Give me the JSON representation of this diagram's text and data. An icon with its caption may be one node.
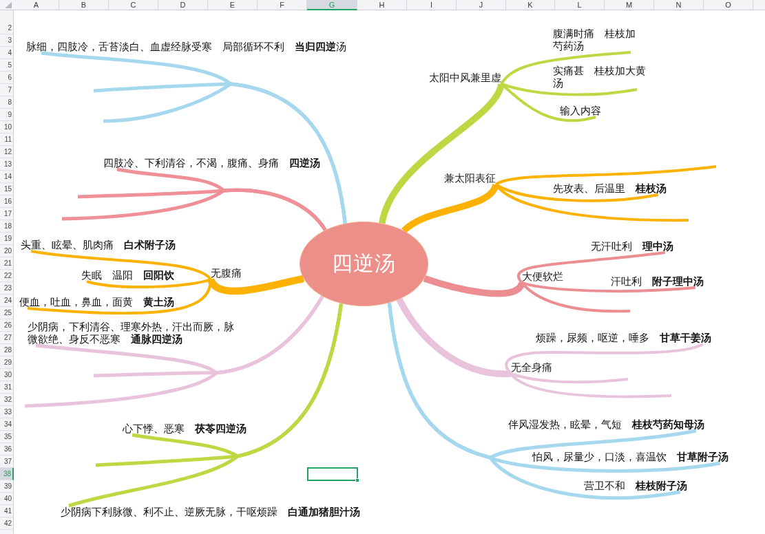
{
  "diagram": {
    "nodes": [
      {
        "text": [
          "四逆汤"
        ]
      },
      {
        "text": [
          "脉细，四肢冷，舌苔淡白、血虚经脉受寒 局部循环不利 **当归四逆**汤"
        ]
      },
      {
        "text": [
          "四肢冷、下利清谷，不渴，腹痛、身痛 **四逆汤**"
        ]
      },
      {
        "text": [
          "无腹痛"
        ]
      },
      {
        "text": [
          "头重、眩晕、肌肉痛 **白术附子汤**"
        ]
      },
      {
        "text": [
          "失眠 温阳 **回阳饮**"
        ]
      },
      {
        "text": [
          "便血，吐血，鼻血，面黄 **黄土汤**"
        ]
      },
      {
        "text": [
          "少阴病，下利清谷、理寒外热，汗出而厥，脉微欲绝、身反不恶寒 **通脉四逆汤**"
        ]
      },
      {
        "text": [
          "心下悸、恶寒 **茯苓四逆汤**"
        ]
      },
      {
        "text": [
          "少阴病下利脉微、利不止、逆厥无脉，干呕烦躁 **白通加猪胆汁汤**"
        ]
      },
      {
        "text": [
          "太阳中风兼里虚"
        ]
      },
      {
        "text": [
          "腹满时痛 桂枝加芍药汤"
        ]
      },
      {
        "text": [
          "实痛甚 桂枝加大黄汤"
        ]
      },
      {
        "text": [
          "输入内容"
        ]
      },
      {
        "text": [
          "兼太阳表征"
        ]
      },
      {
        "text": [
          "先攻表、后温里 **桂枝汤**"
        ]
      },
      {
        "text": [
          "大便软烂"
        ]
      },
      {
        "text": [
          "无汗吐利 **理中汤**"
        ]
      },
      {
        "text": [
          "汗吐利 **附子理中汤**"
        ]
      },
      {
        "text": [
          "无全身痛"
        ]
      },
      {
        "text": [
          "烦躁，尿频，呕逆，唾多 **甘草干姜汤**"
        ]
      },
      {
        "text": [
          "伴风湿发热，眩晕，气短 **桂枝芍药知母汤**"
        ]
      },
      {
        "text": [
          "怕风，尿量少，口淡，喜温饮 **甘草附子汤**"
        ]
      },
      {
        "text": [
          "营卫不和 **桂枝附子汤**"
        ]
      }
    ],
    "edges": [
      {
        "from": 0,
        "to": 1,
        "arrow": "none",
        "color": "#a5d8ee"
      },
      {
        "from": 0,
        "to": null,
        "arrow": "none",
        "color": "#a5d8ee"
      },
      {
        "from": 0,
        "to": null,
        "arrow": "none",
        "color": "#a5d8ee"
      },
      {
        "from": 0,
        "to": 2,
        "arrow": "none",
        "color": "#ef9099"
      },
      {
        "from": 0,
        "to": null,
        "arrow": "none",
        "color": "#ef9099"
      },
      {
        "from": 0,
        "to": null,
        "arrow": "none",
        "color": "#ef9099"
      },
      {
        "from": 0,
        "to": 3,
        "arrow": "none",
        "style": "thick",
        "color": "#fdb101"
      },
      {
        "from": 3,
        "to": 4,
        "arrow": "none",
        "color": "#fdb101"
      },
      {
        "from": 3,
        "to": 5,
        "arrow": "none",
        "color": "#fdb101"
      },
      {
        "from": 3,
        "to": 6,
        "arrow": "none",
        "color": "#fdb101"
      },
      {
        "from": 0,
        "to": 7,
        "arrow": "none",
        "color": "#e9c3dc"
      },
      {
        "from": 0,
        "to": null,
        "arrow": "none",
        "color": "#e9c3dc"
      },
      {
        "from": 0,
        "to": null,
        "arrow": "none",
        "color": "#e9c3dc"
      },
      {
        "from": 0,
        "to": 8,
        "arrow": "none",
        "color": "#bfd742"
      },
      {
        "from": 0,
        "to": null,
        "arrow": "none",
        "color": "#bfd742"
      },
      {
        "from": 0,
        "to": 9,
        "arrow": "none",
        "color": "#bfd742"
      },
      {
        "from": 0,
        "to": 10,
        "arrow": "none",
        "style": "thick",
        "color": "#bfd742"
      },
      {
        "from": 10,
        "to": 11,
        "arrow": "none",
        "color": "#bfd742"
      },
      {
        "from": 10,
        "to": 12,
        "arrow": "none",
        "color": "#bfd742"
      },
      {
        "from": 10,
        "to": 13,
        "arrow": "none",
        "color": "#bfd742"
      },
      {
        "from": 0,
        "to": 14,
        "arrow": "none",
        "style": "thick",
        "color": "#fdb101"
      },
      {
        "from": 14,
        "to": null,
        "arrow": "none",
        "color": "#fdb101"
      },
      {
        "from": 14,
        "to": 15,
        "arrow": "none",
        "color": "#fdb101"
      },
      {
        "from": 14,
        "to": null,
        "arrow": "none",
        "color": "#fdb101"
      },
      {
        "from": 0,
        "to": 16,
        "arrow": "none",
        "style": "thick",
        "color": "#ec8d92"
      },
      {
        "from": 16,
        "to": 17,
        "arrow": "none",
        "color": "#ec8d92"
      },
      {
        "from": 16,
        "to": 18,
        "arrow": "none",
        "color": "#ec8d92"
      },
      {
        "from": 16,
        "to": null,
        "arrow": "none",
        "color": "#ec8d92"
      },
      {
        "from": 0,
        "to": 19,
        "arrow": "none",
        "style": "thick",
        "color": "#e9c3dc"
      },
      {
        "from": 19,
        "to": 20,
        "arrow": "none",
        "color": "#e9c3dc"
      },
      {
        "from": 19,
        "to": null,
        "arrow": "none",
        "color": "#e9c3dc"
      },
      {
        "from": 19,
        "to": null,
        "arrow": "none",
        "color": "#e9c3dc"
      },
      {
        "from": 0,
        "to": 21,
        "arrow": "none",
        "color": "#a5d8ee"
      },
      {
        "from": 0,
        "to": 22,
        "arrow": "none",
        "color": "#a5d8ee"
      },
      {
        "from": 0,
        "to": 23,
        "arrow": "none",
        "color": "#a5d8ee"
      }
    ],
    "labels": [
      "A",
      "B",
      "C",
      "D",
      "E",
      "F",
      "G",
      "H",
      "I",
      "J",
      "K",
      "L",
      "M",
      "N",
      "O",
      "2",
      "3",
      "4",
      "5",
      "6",
      "7",
      "8",
      "9",
      "10",
      "11",
      "12",
      "13",
      "14",
      "15",
      "16",
      "17",
      "18",
      "19",
      "20",
      "21",
      "22",
      "23",
      "24",
      "25",
      "26",
      "27",
      "28",
      "29",
      "30",
      "31",
      "32",
      "33",
      "34",
      "35",
      "36",
      "37",
      "38",
      "39",
      "40",
      "41",
      "42"
    ]
  }
}
